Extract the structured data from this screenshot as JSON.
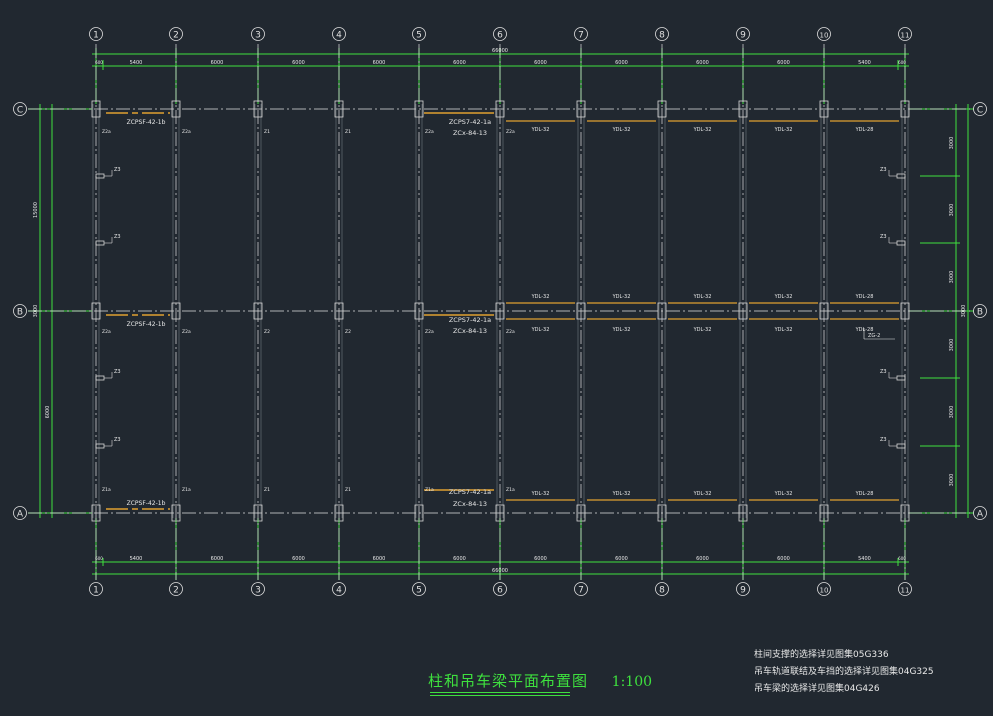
{
  "grid": {
    "axes": [
      "1",
      "2",
      "3",
      "4",
      "5",
      "6",
      "7",
      "8",
      "9",
      "10",
      "11"
    ],
    "rows": [
      "C",
      "B",
      "A"
    ]
  },
  "dims": {
    "total": "66000",
    "bays": [
      "5400",
      "6000",
      "6000",
      "6000",
      "6000",
      "6000",
      "6000",
      "6000",
      "6000",
      "5400"
    ],
    "end_offset": "600",
    "left_total": "15000",
    "left_span_mid": "3000",
    "left_span_bottom": "6000",
    "right_spans": [
      "3000",
      "3000",
      "3000",
      "3000",
      "3000",
      "3000"
    ]
  },
  "labels": {
    "crane_beam_left": "ZCPSF-42-1b",
    "crane_beam_mid": "ZCPS7-42-1a",
    "crane_beam_mid_2": "ZCx-84-13",
    "runway_beam": "YDL-32",
    "runway_beam_end": "YDL-28",
    "col_z1": "Z1",
    "col_z2": "Z2",
    "col_z2a": "Z2a",
    "col_z3": "Z3",
    "col_z1a": "Z1a",
    "section_mark": "ZG-2"
  },
  "title": {
    "main": "柱和吊车梁平面布置图",
    "scale": "1:100"
  },
  "notes": [
    "柱间支撑的选择详见图集05G336",
    "吊车轨道联结及车挡的选择详见图集04G325",
    "吊车梁的选择详见图集04G426"
  ],
  "colors": {
    "background": "#212830",
    "dim_line": "#3ee03e",
    "grid_line": "#e0e0e0",
    "beam": "#e0a030",
    "text": "#e8e8e8"
  }
}
